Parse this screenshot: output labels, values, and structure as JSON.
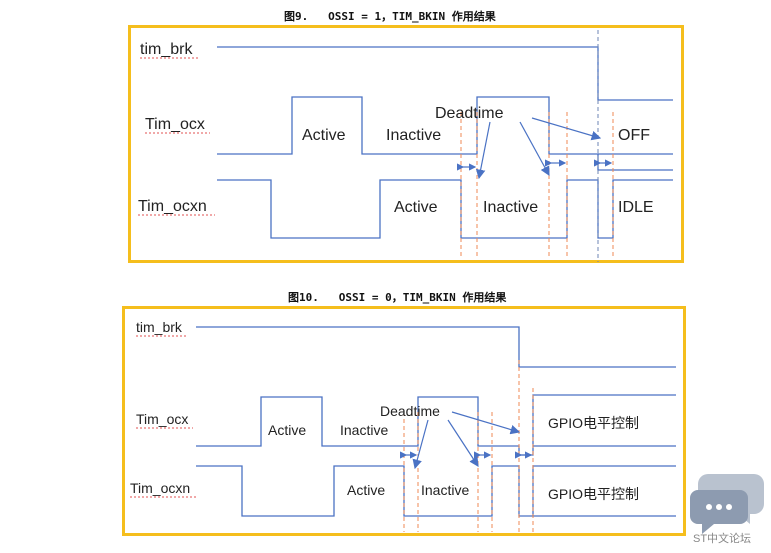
{
  "figure1": {
    "caption": "图9.   OSSI = 1，TIM_BKIN 作用结果",
    "signals": [
      "tim_brk",
      "Tim_ocx",
      "Tim_ocxn"
    ],
    "states": {
      "ocx_active": "Active",
      "ocx_inactive": "Inactive",
      "deadtime": "Deadtime",
      "ocx_off": "OFF",
      "ocxn_active": "Active",
      "ocxn_inactive": "Inactive",
      "ocxn_idle": "IDLE"
    }
  },
  "figure2": {
    "caption": "图10.   OSSI = 0，TIM_BKIN 作用结果",
    "signals": [
      "tim_brk",
      "Tim_ocx",
      "Tim_ocxn"
    ],
    "states": {
      "ocx_active": "Active",
      "ocx_inactive": "Inactive",
      "deadtime": "Deadtime",
      "ocx_gpio": "GPIO电平控制",
      "ocxn_active": "Active",
      "ocxn_inactive": "Inactive",
      "ocxn_gpio": "GPIO电平控制"
    }
  },
  "watermark": {
    "icon": "chat-bubbles-icon",
    "text": "ST中文论坛"
  },
  "colors": {
    "frame": "#f5be1d",
    "waveform": "#4a72c4",
    "deadtime_marker": "#ef8a55"
  }
}
